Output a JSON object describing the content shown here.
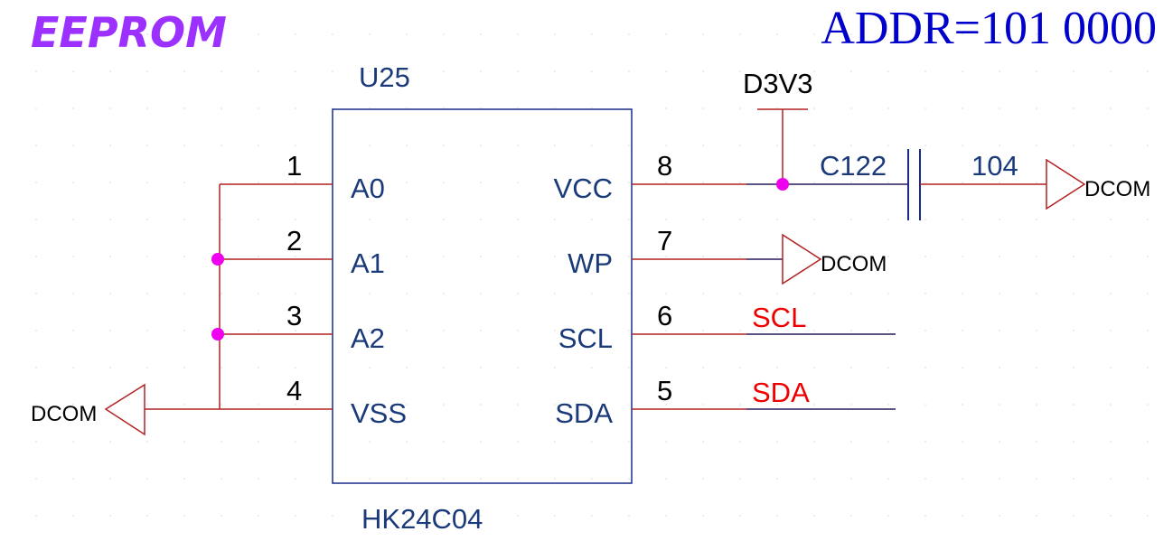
{
  "title": "EEPROM",
  "address_note": "ADDR=101 0000",
  "colors": {
    "title": "#9b30ff",
    "address": "#0000cc",
    "wire": "#b22222",
    "net_wire": "#2a1a5e",
    "body": "#1a2a8a",
    "pin_name": "#1a3a7a",
    "net_label": "#ee0000",
    "junction": "#ee00ee",
    "text": "#000000"
  },
  "chip": {
    "designator": "U25",
    "part": "HK24C04",
    "left_pins": [
      {
        "num": "1",
        "name": "A0"
      },
      {
        "num": "2",
        "name": "A1"
      },
      {
        "num": "3",
        "name": "A2"
      },
      {
        "num": "4",
        "name": "VSS"
      }
    ],
    "right_pins": [
      {
        "num": "8",
        "name": "VCC"
      },
      {
        "num": "7",
        "name": "WP"
      },
      {
        "num": "6",
        "name": "SCL"
      },
      {
        "num": "5",
        "name": "SDA"
      }
    ]
  },
  "power": {
    "label": "D3V3"
  },
  "capacitor": {
    "designator": "C122",
    "value": "104"
  },
  "ground": {
    "label": "DCOM"
  },
  "nets": {
    "scl": "SCL",
    "sda": "SDA"
  }
}
